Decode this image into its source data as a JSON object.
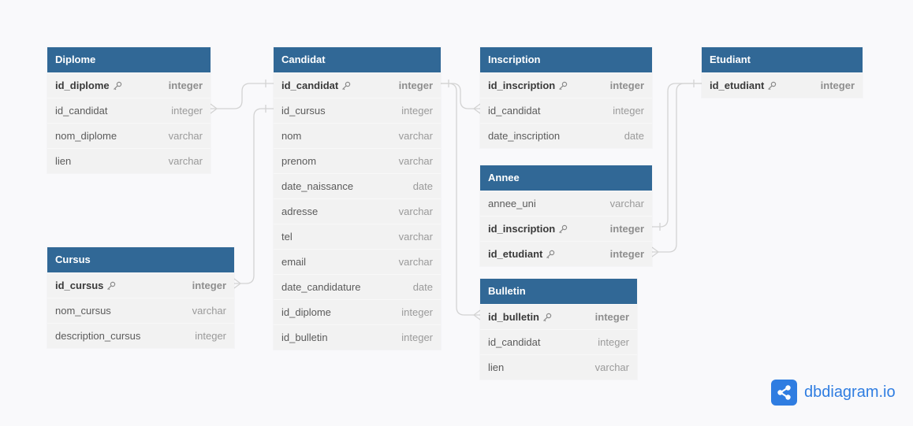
{
  "tables": [
    {
      "id": "diplome",
      "name": "Diplome",
      "fields": [
        {
          "name": "id_diplome",
          "type": "integer",
          "pk": true
        },
        {
          "name": "id_candidat",
          "type": "integer",
          "pk": false
        },
        {
          "name": "nom_diplome",
          "type": "varchar",
          "pk": false
        },
        {
          "name": "lien",
          "type": "varchar",
          "pk": false
        }
      ]
    },
    {
      "id": "candidat",
      "name": "Candidat",
      "fields": [
        {
          "name": "id_candidat",
          "type": "integer",
          "pk": true
        },
        {
          "name": "id_cursus",
          "type": "integer",
          "pk": false
        },
        {
          "name": "nom",
          "type": "varchar",
          "pk": false
        },
        {
          "name": "prenom",
          "type": "varchar",
          "pk": false
        },
        {
          "name": "date_naissance",
          "type": "date",
          "pk": false
        },
        {
          "name": "adresse",
          "type": "varchar",
          "pk": false
        },
        {
          "name": "tel",
          "type": "varchar",
          "pk": false
        },
        {
          "name": "email",
          "type": "varchar",
          "pk": false
        },
        {
          "name": "date_candidature",
          "type": "date",
          "pk": false
        },
        {
          "name": "id_diplome",
          "type": "integer",
          "pk": false
        },
        {
          "name": "id_bulletin",
          "type": "integer",
          "pk": false
        }
      ]
    },
    {
      "id": "inscription",
      "name": "Inscription",
      "fields": [
        {
          "name": "id_inscription",
          "type": "integer",
          "pk": true
        },
        {
          "name": "id_candidat",
          "type": "integer",
          "pk": false
        },
        {
          "name": "date_inscription",
          "type": "date",
          "pk": false
        }
      ]
    },
    {
      "id": "etudiant",
      "name": "Etudiant",
      "fields": [
        {
          "name": "id_etudiant",
          "type": "integer",
          "pk": true
        }
      ]
    },
    {
      "id": "annee",
      "name": "Annee",
      "fields": [
        {
          "name": "annee_uni",
          "type": "varchar",
          "pk": false
        },
        {
          "name": "id_inscription",
          "type": "integer",
          "pk": true
        },
        {
          "name": "id_etudiant",
          "type": "integer",
          "pk": true
        }
      ]
    },
    {
      "id": "cursus",
      "name": "Cursus",
      "fields": [
        {
          "name": "id_cursus",
          "type": "integer",
          "pk": true
        },
        {
          "name": "nom_cursus",
          "type": "varchar",
          "pk": false
        },
        {
          "name": "description_cursus",
          "type": "integer",
          "pk": false
        }
      ]
    },
    {
      "id": "bulletin",
      "name": "Bulletin",
      "fields": [
        {
          "name": "id_bulletin",
          "type": "integer",
          "pk": true
        },
        {
          "name": "id_candidat",
          "type": "integer",
          "pk": false
        },
        {
          "name": "lien",
          "type": "varchar",
          "pk": false
        }
      ]
    }
  ],
  "relations": [
    {
      "from": "diplome.id_candidat",
      "to": "candidat.id_candidat",
      "from_card": "many",
      "to_card": "one"
    },
    {
      "from": "cursus.id_cursus",
      "to": "candidat.id_cursus",
      "from_card": "many",
      "to_card": "one"
    },
    {
      "from": "candidat.id_candidat",
      "to": "inscription.id_candidat",
      "from_card": "one",
      "to_card": "many"
    },
    {
      "from": "candidat.id_candidat",
      "to": "bulletin.id_bulletin",
      "from_card": "one",
      "to_card": "many"
    },
    {
      "from": "annee.id_inscription",
      "to": "etudiant.id_etudiant",
      "from_card": "one",
      "to_card": "one"
    },
    {
      "from": "annee.id_etudiant",
      "to": "etudiant.id_etudiant",
      "from_card": "many",
      "to_card": "one"
    }
  ],
  "branding": {
    "logo_text": "dbdiagram.io",
    "logo_icon": "share-nodes-icon",
    "accent_color": "#2f7de1"
  },
  "colors": {
    "header_bg": "#316896",
    "row_bg": "#f2f2f2",
    "canvas_bg": "#f9f9fb",
    "relation_line": "#d3d3d3"
  }
}
